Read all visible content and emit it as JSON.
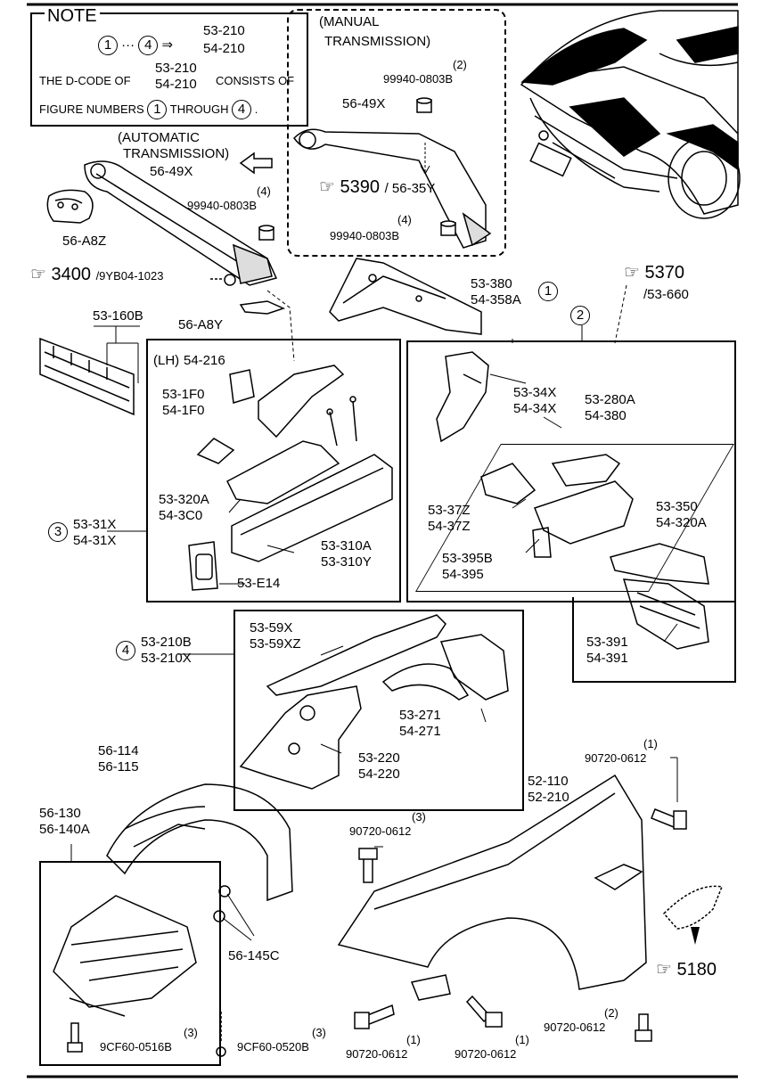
{
  "note": {
    "title": "NOTE",
    "range_from": "1",
    "range_to": "4",
    "dots": "···",
    "arrow": "⇒",
    "codes": [
      "53-210",
      "54-210"
    ],
    "line1": "THE D-CODE OF",
    "line1_codes": [
      "53-210",
      "54-210"
    ],
    "line1_end": "CONSISTS OF",
    "line2_start": "FIGURE NUMBERS",
    "line2_mid": "THROUGH",
    "line2_end": "."
  },
  "manual": {
    "title_1": "(MANUAL",
    "title_2": "TRANSMISSION)",
    "qty_top": "(2)",
    "part_top": "99940-0803B",
    "bar": "56-49X",
    "ref_num": "5390",
    "ref_sub": "/ 56-35Y",
    "qty_bottom": "(4)",
    "part_bottom": "99940-0803B"
  },
  "automatic": {
    "title_1": "(AUTOMATIC",
    "title_2": "TRANSMISSION)",
    "bar": "56-49X",
    "qty": "(4)",
    "part": "99940-0803B"
  },
  "labels": {
    "a8z": "56-A8Z",
    "ref3400": "3400",
    "ref3400_sub": "/9YB04-1023",
    "a8y": "56-A8Y",
    "p160b": "53-160B",
    "p380": [
      "53-380",
      "54-358A"
    ],
    "circle1": "1",
    "ref5370": "5370",
    "ref5370_sub": "/53-660",
    "circle2": "2"
  },
  "group3": {
    "circle": "3",
    "codes": [
      "53-31X",
      "54-31X"
    ],
    "lh": "(LH)",
    "p216": "54-216",
    "p1f0": [
      "53-1F0",
      "54-1F0"
    ],
    "p320a": [
      "53-320A",
      "54-3C0"
    ],
    "p310a": [
      "53-310A",
      "53-310Y"
    ],
    "pe14": "53-E14"
  },
  "group2": {
    "p34x": [
      "53-34X",
      "54-34X"
    ],
    "p280a": [
      "53-280A",
      "54-380"
    ],
    "p37z": [
      "53-37Z",
      "54-37Z"
    ],
    "p395b": [
      "53-395B",
      "54-395"
    ],
    "p350": [
      "53-350",
      "54-320A"
    ],
    "p391": [
      "53-391",
      "54-391"
    ]
  },
  "group4": {
    "circle": "4",
    "codes": [
      "53-210B",
      "53-210X"
    ],
    "p59x": [
      "53-59X",
      "53-59XZ"
    ],
    "p271": [
      "53-271",
      "54-271"
    ],
    "p220": [
      "53-220",
      "54-220"
    ]
  },
  "lower": {
    "p114": [
      "56-114",
      "56-115"
    ],
    "p130": [
      "56-130",
      "56-140A"
    ],
    "p145c": "56-145C",
    "p110": [
      "52-110",
      "52-210"
    ],
    "bolt_top_qty": "(1)",
    "bolt_top": "90720-0612",
    "bolt_left_qty": "(3)",
    "bolt_left": "90720-0612",
    "ref5180": "5180",
    "bolt_r_qty": "(2)",
    "bolt_r": "90720-0612",
    "bolt_bl_qty": "(1)",
    "bolt_bl": "90720-0612",
    "bolt_bm_qty": "(1)",
    "bolt_bm": "90720-0612",
    "cf516_qty": "(3)",
    "cf516": "9CF60-0516B",
    "cf520_qty": "(3)",
    "cf520": "9CF60-0520B"
  }
}
